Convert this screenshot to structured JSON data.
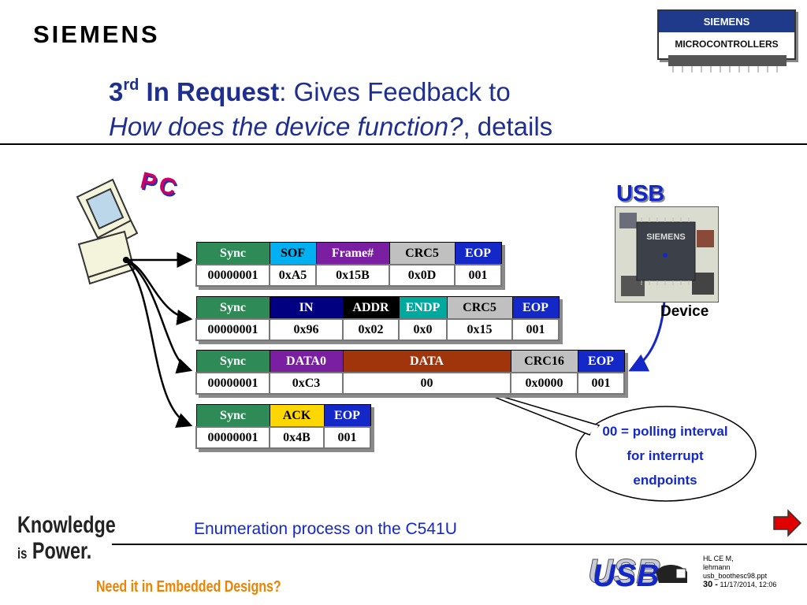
{
  "header": {
    "brand": "SIEMENS",
    "badge_top": "SIEMENS",
    "badge_bottom": "MICROCONTROLLERS",
    "title_ordinal_num": "3",
    "title_ordinal_sup": "rd",
    "title_bold": "In Request",
    "title_rest": ": Gives Feedback to",
    "title_line2_italic": "How does the device function?",
    "title_line2_rest": ", details"
  },
  "diagram": {
    "pc_label": "PC",
    "usb_label": "USB",
    "device_label": "Device",
    "chip_text": "SIEMENS",
    "packets": [
      {
        "headers": [
          "Sync",
          "SOF",
          "Frame#",
          "CRC5",
          "EOP"
        ],
        "values": [
          "00000001",
          "0xA5",
          "0x15B",
          "0x0D",
          "001"
        ],
        "colors": [
          "#2e8b57",
          "#00b0f0",
          "#7b1fa2",
          "#c0c0c0",
          "#1428c8"
        ]
      },
      {
        "headers": [
          "Sync",
          "IN",
          "ADDR",
          "ENDP",
          "CRC5",
          "EOP"
        ],
        "values": [
          "00000001",
          "0x96",
          "0x02",
          "0x0",
          "0x15",
          "001"
        ],
        "colors": [
          "#2e8b57",
          "#000080",
          "#000000",
          "#00a99d",
          "#c0c0c0",
          "#1428c8"
        ]
      },
      {
        "headers": [
          "Sync",
          "DATA0",
          "DATA",
          "CRC16",
          "EOP"
        ],
        "values": [
          "00000001",
          "0xC3",
          "00",
          "0x0000",
          "001"
        ],
        "colors": [
          "#2e8b57",
          "#7b1fa2",
          "#a0350c",
          "#c0c0c0",
          "#1428c8"
        ]
      },
      {
        "headers": [
          "Sync",
          "ACK",
          "EOP"
        ],
        "values": [
          "00000001",
          "0x4B",
          "001"
        ],
        "colors": [
          "#2e8b57",
          "#ffd700",
          "#1428c8"
        ]
      }
    ],
    "callout": [
      "00 = polling interval",
      "for interrupt",
      "endpoints"
    ]
  },
  "footer": {
    "caption": "Enumeration process on the C541U",
    "slogan_line1": "Knowledge",
    "slogan_is": "is",
    "slogan_power": "Power.",
    "tagline": "Need it in Embedded Designs?",
    "usb_logo": "USB",
    "meta_line1": "HL CE M,",
    "meta_line2": "lehmann",
    "meta_line3": "usb_boothesc98.ppt",
    "page_number": "30 -",
    "date": "11/17/2014, 12:06"
  },
  "colors": {
    "title_blue": "#1f2f8f",
    "accent_blue": "#1428c8",
    "orange": "#f08200",
    "arrow_red": "#e00000"
  }
}
